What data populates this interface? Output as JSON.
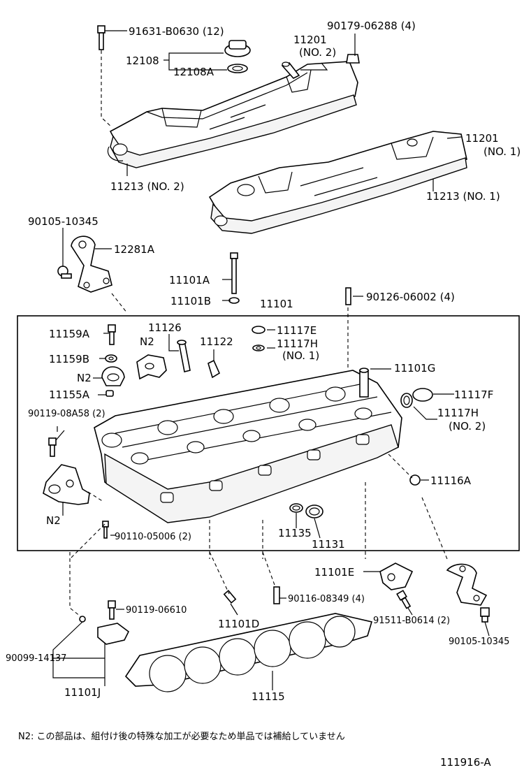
{
  "labels": {
    "l_91631": "91631-B0630 (12)",
    "l_90179": "90179-06288 (4)",
    "l_11201_no2_a": "11201",
    "l_11201_no2_b": "(NO. 2)",
    "l_12108": "12108",
    "l_12108A": "12108A",
    "l_11201_no1_a": "11201",
    "l_11201_no1_b": "(NO. 1)",
    "l_11213_no2": "11213 (NO. 2)",
    "l_11213_no1": "11213 (NO. 1)",
    "l_90105_top": "90105-10345",
    "l_12281A": "12281A",
    "l_11101A": "11101A",
    "l_11101B": "11101B",
    "l_90126": "90126-06002 (4)",
    "l_11101": "11101",
    "l_11159A": "11159A",
    "l_11126": "11126",
    "l_N2_a": "N2",
    "l_11122": "11122",
    "l_11117E": "11117E",
    "l_11117H_no1_a": "11117H",
    "l_11117H_no1_b": "(NO. 1)",
    "l_11159B": "11159B",
    "l_11101G": "11101G",
    "l_N2_b": "N2",
    "l_11155A": "11155A",
    "l_11117F": "11117F",
    "l_90119_08A58": "90119-08A58 (2)",
    "l_11117H_no2_a": "11117H",
    "l_11117H_no2_b": "(NO. 2)",
    "l_11116A": "11116A",
    "l_N2_c": "N2",
    "l_90110": "90110-05006 (2)",
    "l_11135": "11135",
    "l_11131": "11131",
    "l_11101E": "11101E",
    "l_90119_06610": "90119-06610",
    "l_90116": "90116-08349 (4)",
    "l_11101D": "11101D",
    "l_91511": "91511-B0614 (2)",
    "l_90105_bottom": "90105-10345",
    "l_90099": "90099-14137",
    "l_11101J": "11101J",
    "l_11115": "11115"
  },
  "footnote": "N2: この部品は、組付け後の特殊な加工が必要なため単品では補給していません",
  "diagram_id": "111916-A"
}
